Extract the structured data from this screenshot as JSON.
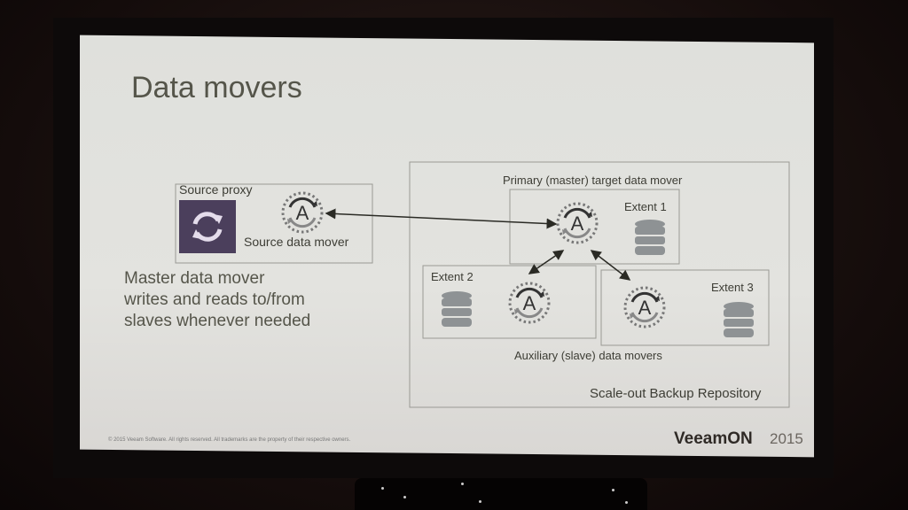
{
  "slide": {
    "title": "Data movers",
    "source_proxy_label": "Source proxy",
    "source_data_mover_label": "Source data mover",
    "description_lines": [
      "Master data mover",
      "writes and reads to/from",
      "slaves whenever needed"
    ],
    "primary_label": "Primary (master) target data mover",
    "extent1_label": "Extent 1",
    "extent2_label": "Extent 2",
    "extent3_label": "Extent 3",
    "auxiliary_label": "Auxiliary (slave) data movers",
    "repository_label": "Scale-out Backup Repository",
    "footer": "© 2015 Veeam Software. All rights reserved. All trademarks are the property of their respective owners.",
    "logo_text": "VeeamON",
    "logo_year": "2015"
  },
  "colors": {
    "proxy_purple": "#4b3f5c",
    "text": "#3d3d35",
    "box_border": "#9a9a94",
    "db_gray": "#8e9294"
  }
}
